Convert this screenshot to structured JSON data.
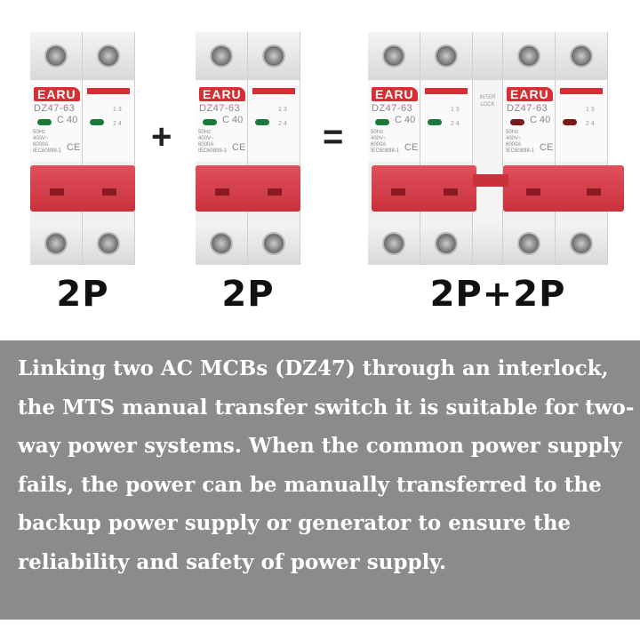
{
  "brand": "EARU",
  "model": "DZ47-63",
  "rating": "C 40",
  "spec": "50Hz\n400V~\n6000A\nIEC60898-1",
  "ce": "CE",
  "diagram": "1 3\n\n2 4",
  "interlock_label": "INTER\nLOCK",
  "operators": {
    "plus": "+",
    "equals": "="
  },
  "labels": [
    "2P",
    "2P",
    "2P+2P"
  ],
  "description": "Linking two AC MCBs (DZ47) through an interlock, the MTS manual transfer switch it is suitable for two-way power systems. When the common power supply fails, the power can be manually transferred to the backup power supply or generator to ensure the reliability and safety of power supply.",
  "colors": {
    "handle": "#d92d35",
    "panel": "#8b8b8b",
    "led_on": "#1a7a3a",
    "led_off": "#7a1a1a"
  }
}
